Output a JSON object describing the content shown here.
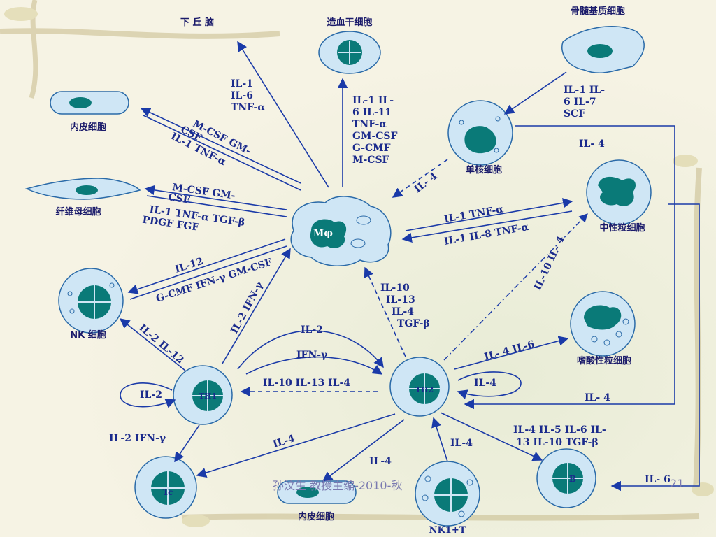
{
  "cells": {
    "hypothalamus": "下 丘 脑",
    "hsc": "造血干细胞",
    "stroma": "骨髓基质细胞",
    "endothelial_top": "内皮细胞",
    "monocyte": "单核细胞",
    "fibroblast": "纤维母细胞",
    "neutrophil": "中性粒细胞",
    "macrophage": "Mφ",
    "nk": "NK 细胞",
    "eosinophil": "嗜酸性粒细胞",
    "th1": "TH1",
    "th2": "TH2",
    "tc": "Tc",
    "endothelial_bottom": "内皮细胞",
    "nk1t": "NK1+T",
    "b": "B"
  },
  "labels": {
    "to_hypothalamus": [
      "IL-1",
      "IL-6",
      "TNF-α"
    ],
    "to_hsc": [
      "IL-1 IL-",
      "6  IL-11",
      "TNF-α",
      "GM-CSF",
      "G-CMF",
      "M-CSF"
    ],
    "stroma_to_mono": [
      "IL-1 IL-",
      "6  IL-7",
      "SCF"
    ],
    "mono_right": "IL- 4",
    "to_endothelial": [
      "M-CSF  GM-",
      "CSF",
      "IL-1 TNF-α"
    ],
    "to_fibroblast": [
      "M-CSF  GM-",
      "CSF",
      "IL-1 TNF-α TGF-β",
      "PDGF  FGF"
    ],
    "neutro_arrow_top": "IL-1 TNF-α",
    "neutro_arrow_bottom": "IL-1 IL-8  TNF-α",
    "mono_dashed": "IL- 4",
    "nk_arrow_top": "IL-12",
    "nk_arrow_bottom": "G-CMF  IFN-γ  GM-CSF",
    "th1_to_mphi": "IL-2 IFN-γ",
    "th2_to_mphi": [
      "IL-10",
      "IL-13",
      "IL-4",
      "TGF-β"
    ],
    "th2_to_neutro": "IL-10  IL- 4",
    "th1_to_nk": "IL-2 IL-12",
    "th1_th2_top": "IL-2",
    "th1_th2_mid": "IFN-γ",
    "th2_th1_dashed": "IL-10 IL-13  IL-4",
    "th2_to_eos": "IL- 4  IL-6",
    "th2_self": "IL-4",
    "th1_self": "IL-2",
    "right_loop": "IL- 4",
    "th1_to_tc": "IL-2  IFN-γ",
    "th2_to_tc": "IL-4",
    "th2_to_endo": "IL-4",
    "nk1t_to_th2": "IL-4",
    "th2_to_b": [
      "IL-4 IL-5 IL-6 IL-",
      "13   IL-10 TGF-β"
    ],
    "to_b_il6": "IL- 6"
  },
  "footer": {
    "text": "孙汶生 教授主编-2010-秋",
    "page": "21"
  },
  "colors": {
    "line": "#1a3aa8",
    "text": "#1a2a8c",
    "membrane": "#cfe6f5",
    "nucleus": "#0a7a78"
  }
}
